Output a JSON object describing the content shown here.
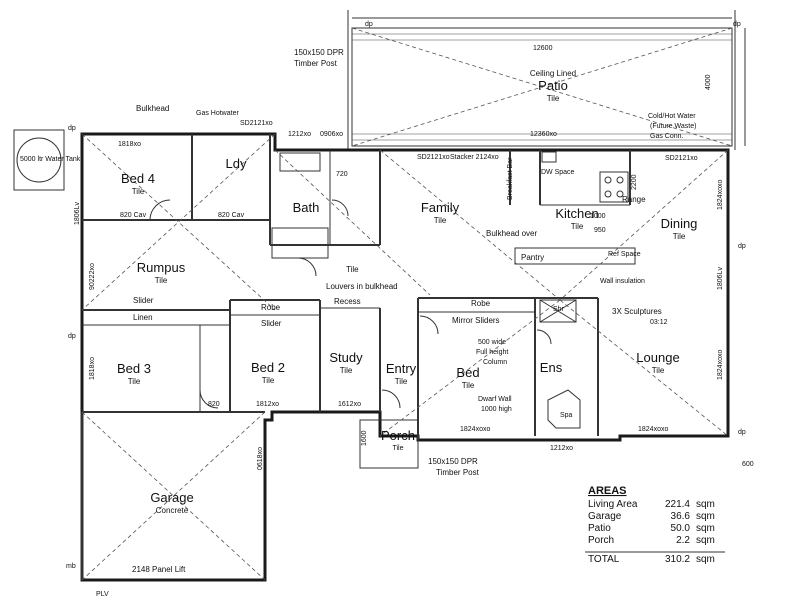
{
  "rooms": {
    "patio": {
      "name": "Patio",
      "finish": "Tile",
      "note": "Ceiling Lined"
    },
    "bed4": {
      "name": "Bed 4",
      "finish": "Tile"
    },
    "ldy": {
      "name": "Ldy",
      "finish": ""
    },
    "bath": {
      "name": "Bath",
      "finish": ""
    },
    "family": {
      "name": "Family",
      "finish": "Tile"
    },
    "kitchen": {
      "name": "Kitchen",
      "finish": "Tile"
    },
    "dining": {
      "name": "Dining",
      "finish": "Tile"
    },
    "rumpus": {
      "name": "Rumpus",
      "finish": "Tile"
    },
    "bed3": {
      "name": "Bed 3",
      "finish": "Tile"
    },
    "bed2": {
      "name": "Bed 2",
      "finish": "Tile"
    },
    "study": {
      "name": "Study",
      "finish": "Tile"
    },
    "entry": {
      "name": "Entry",
      "finish": "Tile"
    },
    "bed1": {
      "name": "Bed",
      "finish": "Tile"
    },
    "ens": {
      "name": "Ens",
      "finish": ""
    },
    "lounge": {
      "name": "Lounge",
      "finish": "Tile"
    },
    "porch": {
      "name": "Porch",
      "finish": "Tile"
    },
    "garage": {
      "name": "Garage",
      "finish": "Concrete"
    }
  },
  "annotations": {
    "dpr_top": "150x150 DPR",
    "timber_post_top": "Timber Post",
    "dpr_bottom": "150x150 DPR",
    "timber_post_bottom": "Timber Post",
    "patio_dim_top": "12600",
    "patio_dim_side": "4000",
    "patio_dim_bottom": "12360xo",
    "bulkhead": "Bulkhead",
    "gas_hotwater": "Gas Hotwater",
    "window_sd": "SD2121xo",
    "water_tank": "5000 ltr Water Tank",
    "cold_hot_water": "Cold/Hot Water",
    "future_waste": "(Future Waste)",
    "gas_conn": "Gas Conn.",
    "sd_dining": "SD2121xo",
    "w_bed4": "1818xo",
    "w_bath": "1212xo",
    "w_bath2": "0906xo",
    "w_family": "SD2121xo",
    "w_family2": "Stacker 2124xo",
    "dw_space": "DW Space",
    "breakfast_bar": "Breakfast Bar",
    "range": "Range",
    "bulkhead_over": "Bulkhead over",
    "pantry": "Pantry",
    "ref_space": "Ref Space",
    "dim_1000": "1000",
    "dim_950": "950",
    "dim_2200": "2200",
    "louvers": "Louvers in bulkhead",
    "tile": "Tile",
    "wall_insulation": "Wall insulation",
    "sculptures": "3X Sculptures",
    "sculptures_size": "03:12",
    "slider": "Slider",
    "linen": "Linen",
    "robe": "Robe",
    "recess": "Recess",
    "mirror_sliders": "Mirror Sliders",
    "column_1": "500 wide",
    "column_2": "Full height",
    "column_3": "Column",
    "dwarf_1": "Dwarf Wall",
    "dwarf_2": "1000 high",
    "spa": "Spa",
    "shr": "Shr",
    "cav_820": "820 Cav",
    "cav_820b": "820 Cav",
    "dim_820": "820",
    "dim_720": "720",
    "dim_1812": "1812xo",
    "dim_1612": "1612xo",
    "dim_1824a": "1824xoxo",
    "dim_1824b": "1824xoxo",
    "dim_1212b": "1212xo",
    "dim_1600": "1600",
    "dim_2148": "2148 Panel Lift",
    "dim_1824_side": "1824xoxo",
    "dim_1824_side2": "1824xoxo",
    "dim_1806": "1806Lv",
    "dim_1806b": "1806Lv",
    "dim_0618": "0618xo",
    "dim_1818": "1818xo",
    "dim_90222": "90222xo",
    "dim_600": "600",
    "plv": "PLV",
    "dp": "dp",
    "mb": "mb"
  },
  "areas": {
    "title": "AREAS",
    "rows": [
      {
        "label": "Living Area",
        "value": "221.4",
        "unit": "sqm"
      },
      {
        "label": "Garage",
        "value": "36.6",
        "unit": "sqm"
      },
      {
        "label": "Patio",
        "value": "50.0",
        "unit": "sqm"
      },
      {
        "label": "Porch",
        "value": "2.2",
        "unit": "sqm"
      }
    ],
    "total": {
      "label": "TOTAL",
      "value": "310.2",
      "unit": "sqm"
    }
  }
}
